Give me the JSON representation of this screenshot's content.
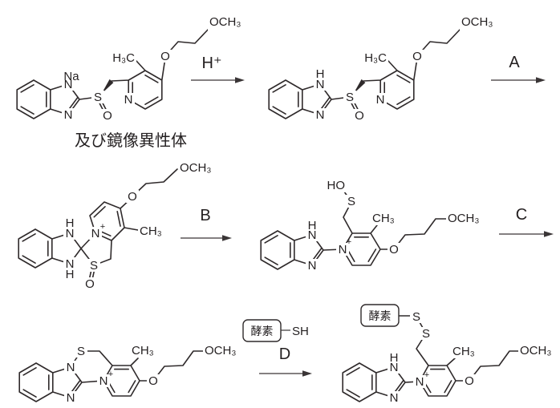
{
  "diagram": {
    "caption": "及び鏡像異性体",
    "enzyme_label": "酵素",
    "steps": {
      "step1": "H⁺",
      "step2": "A",
      "step3": "B",
      "step4": "C",
      "step5": "D"
    },
    "atoms": {
      "n": "N",
      "s": "S",
      "o": "O",
      "h": "H",
      "na": "Na",
      "ho": "HO",
      "sh": "SH",
      "h3c": "H₃C",
      "ch3": "CH₃",
      "och3": "OCH₃",
      "plus": "+"
    },
    "colors": {
      "line": "#2f2a2b",
      "text": "#231f20",
      "background": "#ffffff"
    }
  }
}
